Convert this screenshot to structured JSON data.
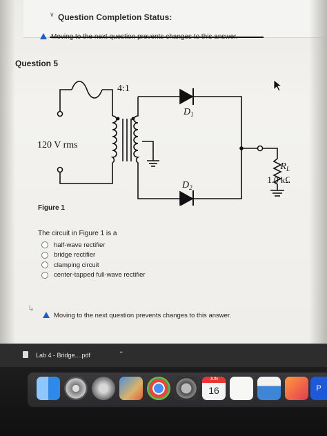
{
  "status": {
    "title": "Question Completion Status:"
  },
  "top_warning": {
    "text": "Moving to the next question prevents changes to this answer."
  },
  "question": {
    "title": "Question 5",
    "figure": {
      "ratio": "4:1",
      "voltage": "120 V rms",
      "d1": "D",
      "d1_sub": "1",
      "d2": "D",
      "d2_sub": "2",
      "rl": "R",
      "rl_sub": "L",
      "rl_value": "1.0 kΩ"
    },
    "figure_label": "Figure 1",
    "text": "The circuit in Figure 1 is a",
    "options": [
      {
        "label": "half-wave rectifier"
      },
      {
        "label": "bridge rectifier"
      },
      {
        "label": "clamping circuit"
      },
      {
        "label": "center-tapped full-wave rectifier"
      }
    ]
  },
  "bottom_warning": {
    "text": "Moving to the next question prevents changes to this answer."
  },
  "download": {
    "filename": "Lab 4 - Bridge....pdf"
  },
  "dock": {
    "calendar_month": "JUN",
    "calendar_day": "16"
  },
  "colors": {
    "warning_icon": "#1f5fbf",
    "page_bg": "#efeeea"
  }
}
